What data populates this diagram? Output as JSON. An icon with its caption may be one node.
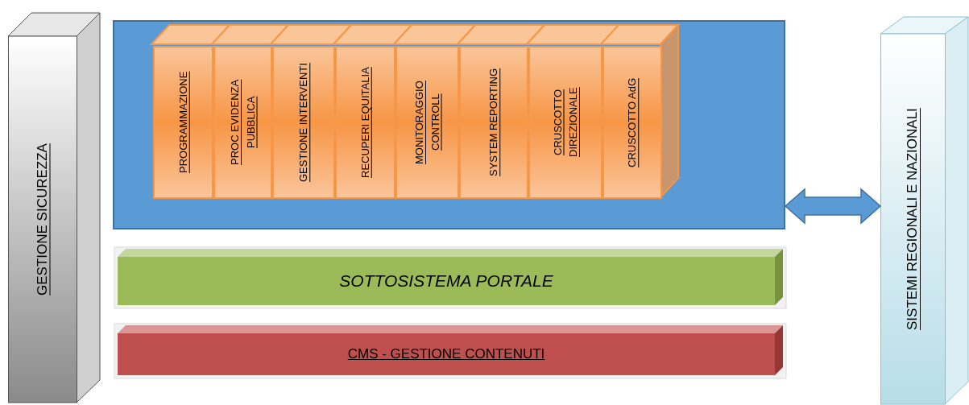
{
  "diagram": {
    "nodes": [
      {
        "text": [
          "GESTIONE SICUREZZA"
        ]
      },
      {
        "text": [],
        "shape": "box"
      },
      {
        "text": [
          "PROGRAMMAZIONE"
        ],
        "in": 1
      },
      {
        "text": [
          "PROC EVIDENZA PUBBLICA"
        ],
        "in": 1
      },
      {
        "text": [
          "GESTIONE INTERVENTI"
        ],
        "in": 1
      },
      {
        "text": [
          "RECUPERI EQUITALIA"
        ],
        "in": 1
      },
      {
        "text": [
          "MONITORAGGIO CONTROLL"
        ],
        "in": 1
      },
      {
        "text": [
          "SYSTEM REPORTING"
        ],
        "in": 1
      },
      {
        "text": [
          "CRUSCOTTO DIREZIONALE"
        ],
        "in": 1
      },
      {
        "text": [
          "CRUSCOTTO AdG"
        ],
        "in": 1
      },
      {
        "text": [
          "SOTTOSISTEMA PORTALE"
        ]
      },
      {
        "text": [
          "CMS - GESTIONE CONTENUTI"
        ]
      },
      {
        "text": [
          "SISTEMI REGIONALI E NAZIONALI"
        ]
      }
    ],
    "edges": [
      {
        "from": 1,
        "to": 12,
        "arrow": "both"
      }
    ]
  }
}
